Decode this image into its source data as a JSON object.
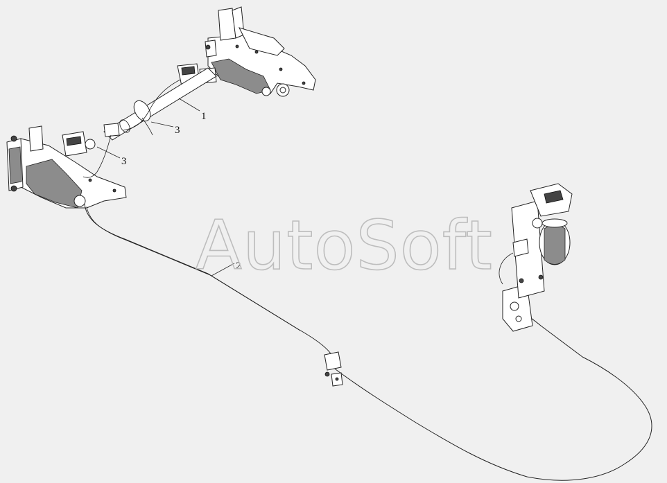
{
  "watermark": "AutoSoft",
  "callouts": [
    {
      "id": "1",
      "label": "1"
    },
    {
      "id": "2",
      "label": "2"
    },
    {
      "id": "3a",
      "label": "3"
    },
    {
      "id": "3b",
      "label": "3"
    }
  ],
  "colors": {
    "background": "#f0f0f0",
    "line": "#222222",
    "shade": "#8c8c8c",
    "watermark": "#bdbdbd"
  }
}
